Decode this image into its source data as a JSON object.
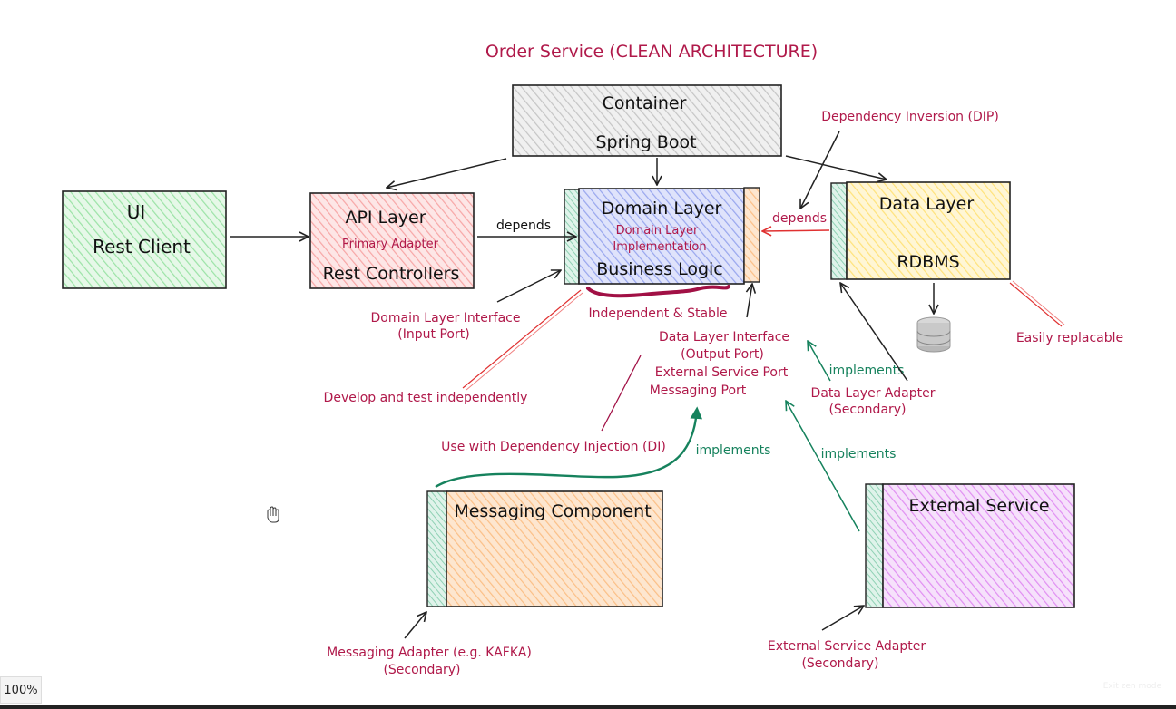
{
  "title": "Order Service (CLEAN ARCHITECTURE)",
  "boxes": {
    "container": {
      "line1": "Container",
      "line2": "Spring Boot"
    },
    "ui": {
      "line1": "UI",
      "line2": "Rest Client"
    },
    "api": {
      "line1": "API Layer",
      "sub": "Primary Adapter",
      "line2": "Rest Controllers"
    },
    "domain": {
      "line1": "Domain Layer",
      "sub1": "Domain Layer",
      "sub2": "Implementation",
      "line2": "Business Logic"
    },
    "data": {
      "line1": "Data Layer",
      "line2": "RDBMS"
    },
    "messaging": {
      "line1": "Messaging Component"
    },
    "external": {
      "line1": "External Service"
    }
  },
  "labels": {
    "depends_left": "depends",
    "depends_right": "depends",
    "dip": "Dependency Inversion (DIP)",
    "input_port_1": "Domain Layer Interface",
    "input_port_2": "(Input Port)",
    "independent": "Independent & Stable",
    "develop": "Develop and test independently",
    "out_1": "Data Layer Interface",
    "out_2": "(Output Port)",
    "out_3": "External Service Port",
    "out_4": "Messaging Port",
    "implements_1": "implements",
    "implements_2": "implements",
    "implements_3": "implements",
    "data_adapter_1": "Data Layer Adapter",
    "data_adapter_2": "(Secondary)",
    "replacable": "Easily replacable",
    "di": "Use with Dependency Injection (DI)",
    "msg_adapter_1": "Messaging Adapter (e.g. KAFKA)",
    "msg_adapter_2": "(Secondary)",
    "ext_adapter_1": "External Service Adapter",
    "ext_adapter_2": "(Secondary)"
  },
  "ui": {
    "zoom": "100%",
    "exit_zen": "Exit zen mode"
  },
  "colors": {
    "annotation": "#b0194a",
    "implements": "#16825d",
    "ui_fill": "#b2f2bb",
    "api_fill": "#ffc9c9",
    "domain_fill": "#a5b4fc",
    "data_fill": "#ffec99",
    "container_fill": "#d0d0d0",
    "messaging_fill": "#ffc078",
    "external_fill": "#e599f7"
  }
}
